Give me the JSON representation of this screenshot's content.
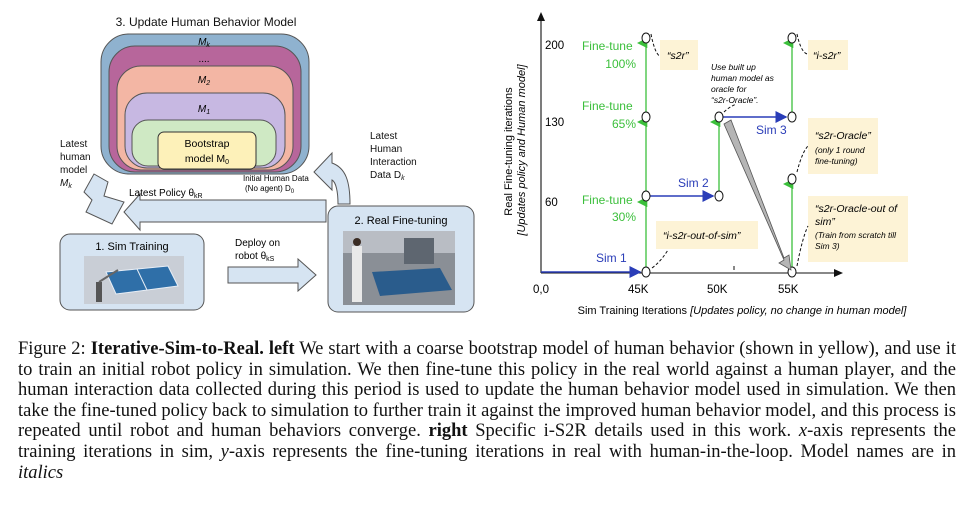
{
  "left_diagram": {
    "title": "3. Update Human Behavior Model",
    "layers": [
      "M",
      "....",
      "M",
      "M"
    ],
    "layer_subs": [
      "k",
      "",
      "2",
      "1"
    ],
    "bootstrap_line1": "Bootstrap",
    "bootstrap_line2": "model M",
    "bootstrap_sub": "0",
    "initial_data_line1": "Initial Human Data",
    "initial_data_line2": "(No agent) D",
    "initial_data_sub": "0",
    "latest_model_lines": [
      "Latest",
      "human",
      "model",
      "M"
    ],
    "latest_model_sub": "k",
    "latest_interaction_lines": [
      "Latest",
      "Human",
      "Interaction",
      "Data D"
    ],
    "latest_interaction_sub": "k",
    "latest_policy": "Latest Policy θ",
    "latest_policy_sub": "kR",
    "sim_training": "1. Sim Training",
    "real_finetuning": "2. Real Fine-tuning",
    "deploy_line1": "Deploy on",
    "deploy_line2": "robot θ",
    "deploy_sub": "kS"
  },
  "right_chart": {
    "ylabel_line1": "Real Fine-tuning iterations",
    "ylabel_line2": "[Updates policy and Human model]",
    "xlabel_plain": "Sim Training Iterations ",
    "xlabel_italic": "[Updates policy, no change in human model]",
    "x_ticks": [
      "0,0",
      "45K",
      "50K",
      "55K"
    ],
    "y_ticks": [
      "200",
      "130",
      "60"
    ],
    "finetune_labels": [
      {
        "line1": "Fine-tune",
        "line2": "100%"
      },
      {
        "line1": "Fine-tune",
        "line2": "65%"
      },
      {
        "line1": "Fine-tune",
        "line2": "30%"
      }
    ],
    "sim_labels": [
      "Sim 1",
      "Sim 2",
      "Sim 3"
    ],
    "model_notes": {
      "s2r": "“s2r”",
      "i_s2r": "“i-s2r”",
      "i_s2r_out_of_sim": "“i-s2r-out-of-sim”",
      "s2r_oracle_title": "“s2r-Oracle”",
      "s2r_oracle_sub": [
        "(only 1 round",
        "fine-tuning)"
      ],
      "oracle_out_title": [
        "“s2r-Oracle-out of",
        "sim”"
      ],
      "oracle_out_sub": [
        "(Train from scratch till",
        "Sim 3)"
      ],
      "use_built": [
        "Use built up",
        "human model as",
        "oracle for",
        "“s2r-Oracle”."
      ]
    }
  },
  "caption": {
    "figure_label": "Figure 2: ",
    "bold_title": "Iterative-Sim-to-Real. left",
    "part1": " We start with a coarse bootstrap model of human behavior (shown in yellow), and use it to train an initial robot policy in simulation. We then fine-tune this policy in the real world against a human player, and the human interaction data collected during this period is used to update the human behavior model used in simulation. We then take the fine-tuned policy back to simulation to further train it against the improved human behavior model, and this process is repeated until robot and human behaviors converge.  ",
    "bold_right": "right",
    "part2": " Specific i-S2R details used in this work. ",
    "x_var": "x",
    "part3": "-axis represents the training iterations in sim, ",
    "y_var": "y",
    "part4": "-axis represents the fine-tuning iterations in real with human-in-the-loop. Model names are in ",
    "italics_word": "italics"
  },
  "colors": {
    "green": "#3bbf3b",
    "blue": "#2a3db8",
    "note_bg": "#fdf3d6",
    "panel_blue": "#d6e4f2",
    "bootstrap_yellow": "#fdf1b9"
  }
}
